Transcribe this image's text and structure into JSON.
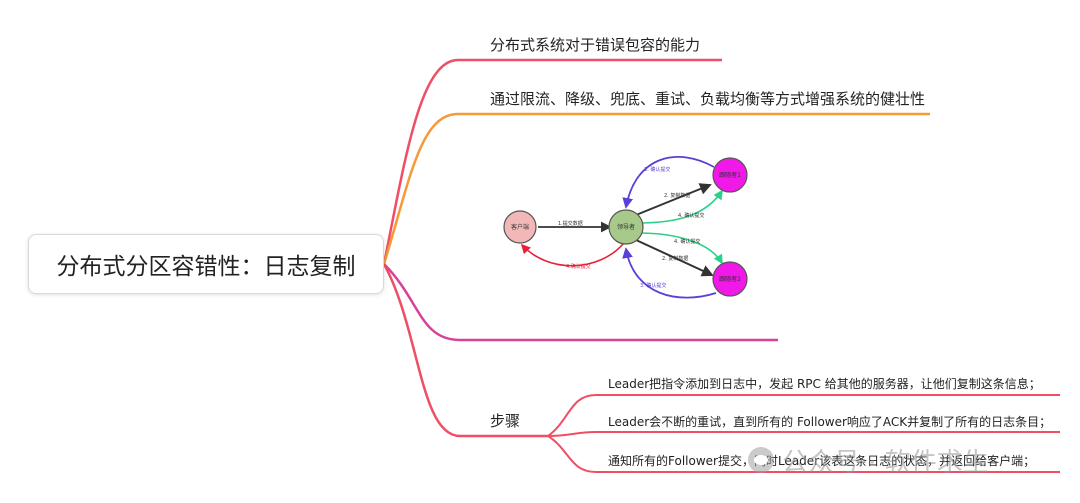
{
  "root": {
    "label": "分布式分区容错性：日志复制"
  },
  "branches": {
    "definition": "分布式系统对于错误包容的能力",
    "methods": "通过限流、降级、兜底、重试、负载均衡等方式增强系统的健壮性",
    "steps": {
      "label": "步骤",
      "items": [
        "Leader把指令添加到日志中，发起 RPC 给其他的服务器，让他们复制这条信息；",
        "Leader会不断的重试，直到所有的 Follower响应了ACK并复制了所有的日志条目；",
        "通知所有的Follower提交，同时Leader该表这条日志的状态，并返回给客户端；"
      ]
    }
  },
  "diagram": {
    "nodes": {
      "client": "客户端",
      "leader": "领导者",
      "follower1": "跟随者1",
      "follower2": "跟随者2"
    },
    "edges": {
      "submit": "1.提交数据",
      "confirm_client": "4.确认提交",
      "replicate1": "2. 复制数据",
      "replicate2": "2. 复制数据",
      "ack1": "3. 确认提交",
      "ack2": "3. 确认提交",
      "commit1": "4. 确认提交",
      "commit2": "4. 确认提交"
    }
  },
  "watermark": {
    "text": "公众号 · 软件求生"
  },
  "colors": {
    "branch_red": "#f04e64",
    "branch_orange": "#f59a36",
    "branch_magenta": "#d6429a",
    "client_fill": "#f2b8b8",
    "leader_fill": "#a7c98a",
    "follower_fill": "#f019e8",
    "arrow_blue": "#5a3fd8",
    "arrow_green": "#2bd18a",
    "arrow_red": "#e8203a"
  }
}
